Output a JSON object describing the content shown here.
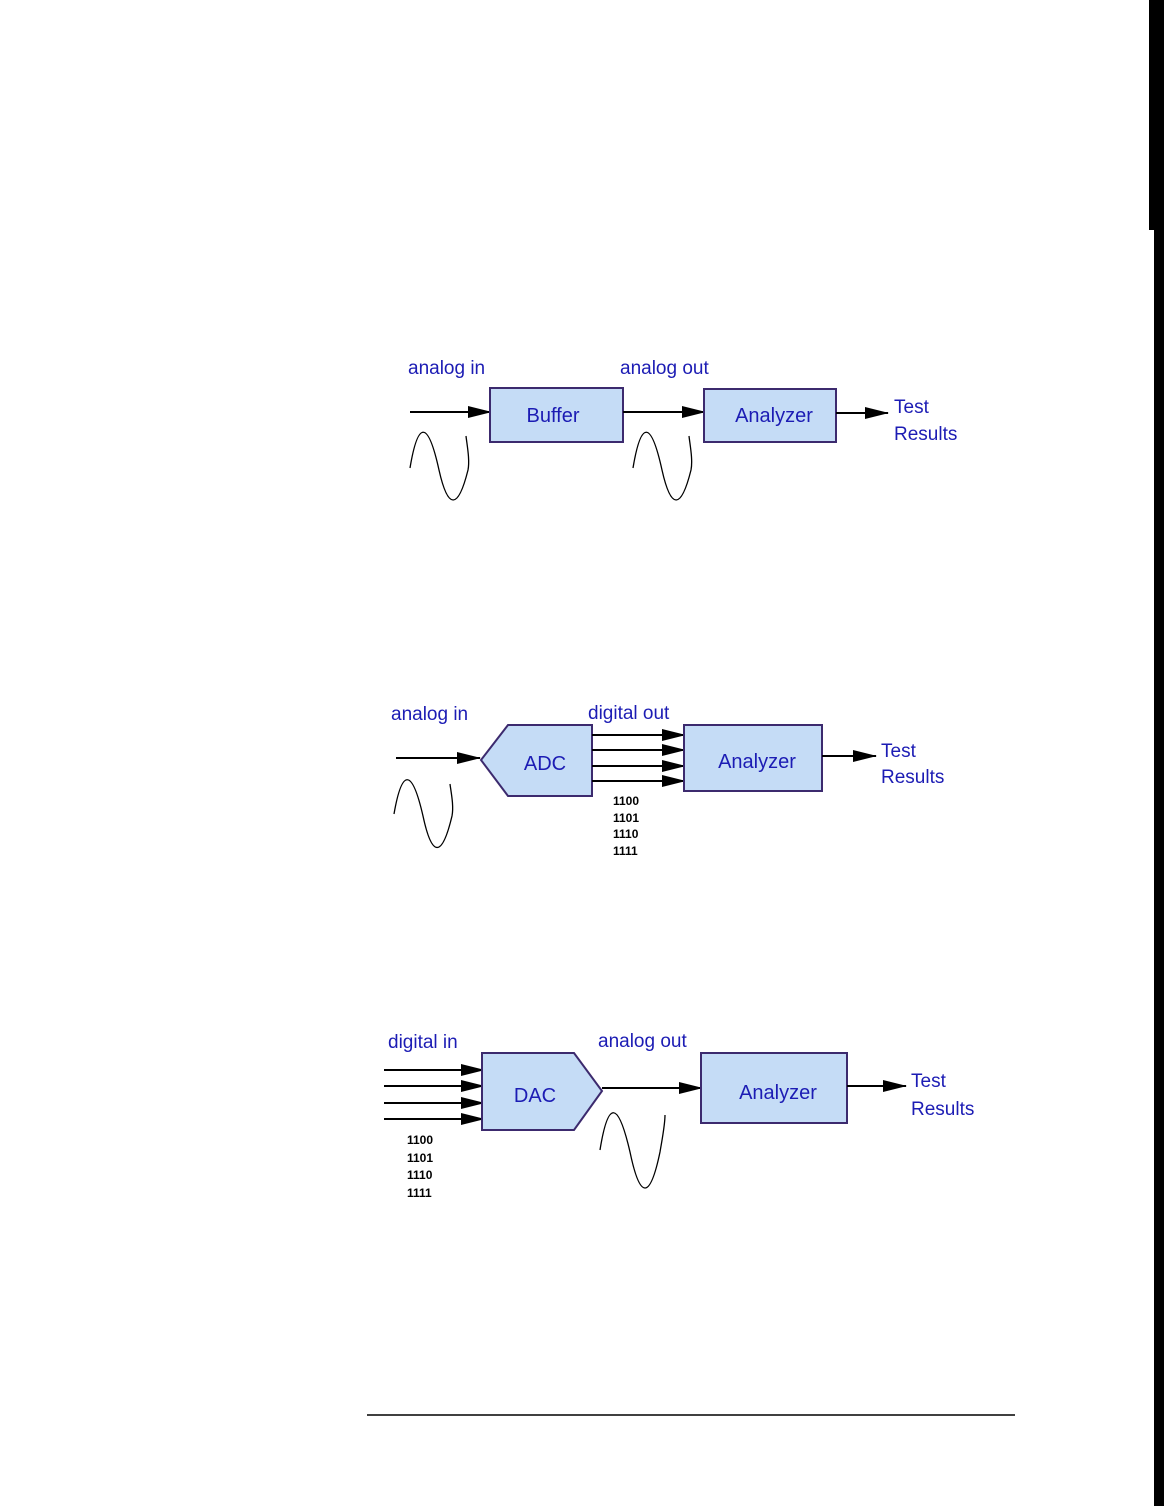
{
  "colors": {
    "block_fill": "#c5dcf6",
    "block_stroke": "#3c2a6e",
    "label_text": "#1c1cb4"
  },
  "diagram1": {
    "input_label": "analog in",
    "output_label": "analog out",
    "block1": "Buffer",
    "block2": "Analyzer",
    "result_line1": "Test",
    "result_line2": "Results"
  },
  "diagram2": {
    "input_label": "analog in",
    "output_label": "digital out",
    "block1": "ADC",
    "block2": "Analyzer",
    "result_line1": "Test",
    "result_line2": "Results",
    "bits": [
      "1100",
      "1101",
      "1110",
      "1111"
    ]
  },
  "diagram3": {
    "input_label": "digital in",
    "output_label": "analog out",
    "block1": "DAC",
    "block2": "Analyzer",
    "result_line1": "Test",
    "result_line2": "Results",
    "bits": [
      "1100",
      "1101",
      "1110",
      "1111"
    ]
  }
}
